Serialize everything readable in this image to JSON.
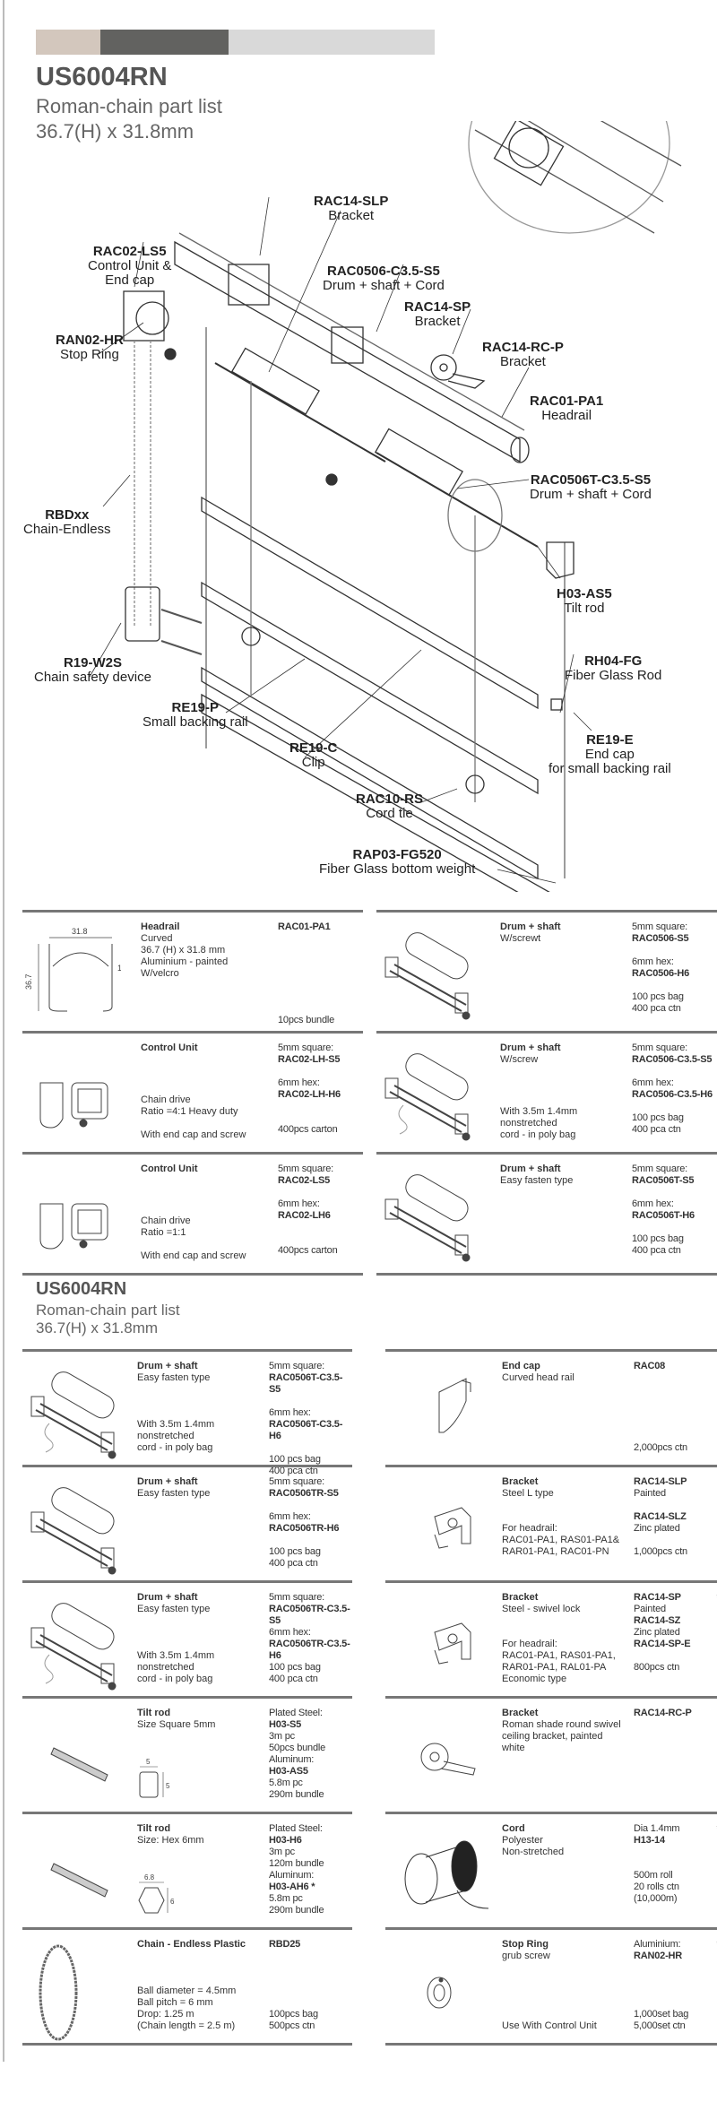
{
  "header": {
    "title": "US6004RN",
    "subtitle": "Roman-chain part list",
    "size": "36.7(H) x 31.8mm",
    "bar_colors": [
      "#d3c7bd",
      "#626260",
      "#d9d9d9"
    ]
  },
  "diagram_labels": [
    {
      "code": "RAC14-SLP",
      "name": [
        "Bracket"
      ]
    },
    {
      "code": "RAC02-LS5",
      "name": [
        "Control Unit &",
        "End cap"
      ]
    },
    {
      "code": "RAC0506-C3.5-S5",
      "name": [
        "Drum + shaft + Cord"
      ]
    },
    {
      "code": "RAC14-SP",
      "name": [
        "Bracket"
      ]
    },
    {
      "code": "RAC14-RC-P",
      "name": [
        "Bracket"
      ]
    },
    {
      "code": "RAC01-PA1",
      "name": [
        "Headrail"
      ]
    },
    {
      "code": "RAN02-HR",
      "name": [
        "Stop Ring"
      ]
    },
    {
      "code": "RAC0506T-C3.5-S5",
      "name": [
        "Drum + shaft + Cord"
      ]
    },
    {
      "code": "RBDxx",
      "name": [
        "Chain-Endless"
      ]
    },
    {
      "code": "H03-AS5",
      "name": [
        "Tilt rod"
      ]
    },
    {
      "code": "R19-W2S",
      "name": [
        "Chain safety device"
      ]
    },
    {
      "code": "RH04-FG",
      "name": [
        "Fiber Glass Rod"
      ]
    },
    {
      "code": "RE19-P",
      "name": [
        "Small backing rail"
      ]
    },
    {
      "code": "RE19-C",
      "name": [
        "Clip"
      ]
    },
    {
      "code": "RE19-E",
      "name": [
        "End cap",
        "for small backing rail"
      ]
    },
    {
      "code": "RAC10-RS",
      "name": [
        "Cord tie"
      ]
    },
    {
      "code": "RAP03-FG520",
      "name": [
        "Fiber Glass bottom weight"
      ]
    }
  ],
  "section2": {
    "title": "US6004RN",
    "subtitle": "Roman-chain part list",
    "size": "36.7(H) x 31.8mm"
  },
  "table1": [
    {
      "icon": "headrail-profile",
      "dims": [
        "31.8",
        "36.7",
        "1"
      ],
      "name": "Headrail",
      "desc": [
        "Curved",
        "36.7 (H) x 31.8 mm",
        "Aluminium - painted",
        "W/velcro"
      ],
      "bottom": [],
      "codes": [
        {
          "t": "RAC01-PA1",
          "b": 1
        },
        "",
        "",
        "",
        "",
        "",
        "",
        "",
        "10pcs bundle"
      ]
    },
    {
      "icon": "drum-shaft",
      "name": "Drum + shaft",
      "desc": [
        "W/screwt"
      ],
      "bottom": [],
      "codes": [
        "5mm square:",
        {
          "t": "RAC0506-S5",
          "b": 1
        },
        "",
        "6mm hex:",
        {
          "t": "RAC0506-H6",
          "b": 1
        },
        "",
        "100 pcs bag",
        "400 pca ctn"
      ]
    },
    {
      "icon": "control-unit",
      "name": "Control Unit",
      "desc": [],
      "bottom": [
        "Chain drive",
        "Ratio =4:1 Heavy duty",
        "",
        "With end cap and screw"
      ],
      "codes": [
        "5mm square:",
        {
          "t": "RAC02-LH-S5",
          "b": 1
        },
        "",
        "6mm hex:",
        {
          "t": "RAC02-LH-H6",
          "b": 1
        },
        "",
        "",
        "400pcs carton"
      ]
    },
    {
      "icon": "drum-shaft-cord",
      "name": "Drum + shaft",
      "desc": [
        "W/screw"
      ],
      "bottom": [
        "With 3.5m 1.4mm",
        "nonstretched",
        "cord - in poly bag"
      ],
      "codes": [
        "5mm square:",
        {
          "t": "RAC0506-C3.5-S5",
          "b": 1
        },
        "",
        "6mm hex:",
        {
          "t": "RAC0506-C3.5-H6",
          "b": 1
        },
        "",
        "100 pcs bag",
        "400 pca ctn"
      ]
    },
    {
      "icon": "control-unit",
      "name": "Control Unit",
      "desc": [],
      "bottom": [
        "Chain drive",
        "Ratio =1:1",
        "",
        "With end cap and screw"
      ],
      "codes": [
        "5mm square:",
        {
          "t": "RAC02-LS5",
          "b": 1
        },
        "",
        "6mm hex:",
        {
          "t": "RAC02-LH6",
          "b": 1
        },
        "",
        "",
        "400pcs carton"
      ]
    },
    {
      "icon": "drum-shaft",
      "name": "Drum + shaft",
      "desc": [
        "Easy fasten type"
      ],
      "bottom": [],
      "codes": [
        "5mm square:",
        {
          "t": "RAC0506T-S5",
          "b": 1
        },
        "",
        "6mm hex:",
        {
          "t": "RAC0506T-H6",
          "b": 1
        },
        "",
        "100 pcs bag",
        "400 pca ctn"
      ]
    }
  ],
  "table2": [
    {
      "icon": "drum-shaft-cord",
      "name": "Drum + shaft",
      "desc": [
        "Easy fasten type"
      ],
      "bottom": [
        "With 3.5m 1.4mm",
        "nonstretched",
        "cord - in poly bag"
      ],
      "codes": [
        "5mm square:",
        {
          "t": "RAC0506T-C3.5-S5",
          "b": 1
        },
        "",
        "6mm hex:",
        {
          "t": "RAC0506T-C3.5-H6",
          "b": 1
        },
        "",
        "100 pcs bag",
        "400 pca ctn"
      ]
    },
    {
      "icon": "end-cap",
      "name": "End cap",
      "desc": [
        "Curved head rail"
      ],
      "bottom": [],
      "codes": [
        {
          "t": "RAC08",
          "b": 1
        },
        "",
        "",
        "",
        "",
        "",
        "",
        "2,000pcs ctn"
      ]
    },
    {
      "icon": "drum-shaft",
      "name": "Drum + shaft",
      "desc": [
        "Easy fasten type"
      ],
      "bottom": [],
      "codes": [
        "5mm square:",
        {
          "t": "RAC0506TR-S5",
          "b": 1
        },
        "",
        "6mm hex:",
        {
          "t": "RAC0506TR-H6",
          "b": 1
        },
        "",
        "100 pcs bag",
        "400 pca ctn"
      ]
    },
    {
      "icon": "bracket-l",
      "name": "Bracket",
      "desc": [
        "Steel L type"
      ],
      "bottom": [
        "For headrail:",
        "RAC01-PA1, RAS01-PA1&",
        "RAR01-PA1, RAC01-PN",
        ""
      ],
      "codes": [
        {
          "t": "RAC14-SLP",
          "b": 1
        },
        "Painted",
        "",
        {
          "t": "RAC14-SLZ",
          "b": 1
        },
        "Zinc plated",
        "",
        "1,000pcs ctn"
      ]
    },
    {
      "icon": "drum-shaft-cord",
      "name": "Drum + shaft",
      "desc": [
        "Easy fasten type"
      ],
      "bottom": [
        "With 3.5m 1.4mm",
        "nonstretched",
        "cord - in poly bag"
      ],
      "codes": [
        "5mm square:",
        {
          "t": "RAC0506TR-C3.5-",
          "b": 1
        },
        {
          "t": "S5",
          "b": 1
        },
        "6mm hex:",
        {
          "t": "RAC0506TR-C3.5-",
          "b": 1
        },
        {
          "t": "H6",
          "b": 1
        },
        "100 pcs bag",
        "400 pca ctn"
      ]
    },
    {
      "icon": "bracket-swivel",
      "name": "Bracket",
      "desc": [
        "Steel - swivel lock"
      ],
      "bottom": [
        "For headrail:",
        "RAC01-PA1, RAS01-PA1,",
        "RAR01-PA1, RAL01-PA",
        "Economic type"
      ],
      "codes": [
        {
          "t": "RAC14-SP",
          "b": 1
        },
        "Painted",
        {
          "t": "RAC14-SZ",
          "b": 1
        },
        "Zinc plated",
        {
          "t": "RAC14-SP-E",
          "b": 1
        },
        "",
        "800pcs ctn"
      ],
      "mark": "*"
    },
    {
      "icon": "tilt-rod-square",
      "dims": [
        "5",
        "5"
      ],
      "name": "Tilt rod",
      "desc": [
        "Size Square 5mm"
      ],
      "bottom": [],
      "codes": [
        "Plated Steel:",
        {
          "t": "H03-S5",
          "b": 1
        },
        "3m pc",
        "50pcs bundle",
        "Aluminum:",
        {
          "t": "H03-AS5",
          "b": 1
        },
        "5.8m pc",
        "290m bundle"
      ]
    },
    {
      "icon": "bracket-round",
      "name": "Bracket",
      "desc": [
        "Roman shade round swivel",
        "ceiling bracket, painted",
        "white"
      ],
      "bottom": [],
      "codes": [
        {
          "t": "RAC14-RC-P",
          "b": 1
        }
      ]
    },
    {
      "icon": "tilt-rod-hex",
      "dims": [
        "6.8",
        "6"
      ],
      "name": "Tilt rod",
      "desc": [
        "Size: Hex 6mm"
      ],
      "bottom": [],
      "codes": [
        "Plated Steel:",
        {
          "t": "H03-H6",
          "b": 1
        },
        "3m pc",
        "120m bundle",
        "Aluminum:",
        {
          "t": "H03-AH6 *",
          "b": 1
        },
        "5.8m pc",
        "290m bundle"
      ]
    },
    {
      "icon": "cord-spool",
      "name": "Cord",
      "desc": [
        "Polyester",
        "Non-stretched"
      ],
      "bottom": [],
      "codes": [
        "Dia 1.4mm",
        {
          "t": "H13-14",
          "b": 1
        },
        "",
        "",
        "500m roll",
        "20 rolls ctn",
        "(10,000m)"
      ],
      "mark": "*"
    },
    {
      "icon": "chain",
      "name": "Chain - Endless Plastic",
      "desc": [],
      "bottom": [
        "Ball diameter = 4.5mm",
        "Ball pitch = 6 mm",
        "Drop: 1.25 m",
        "(Chain length = 2.5 m)"
      ],
      "codes": [
        {
          "t": "RBD25",
          "b": 1
        },
        "",
        "",
        "",
        "",
        "",
        "100pcs bag",
        "500pcs ctn"
      ]
    },
    {
      "icon": "stop-ring",
      "name": "Stop Ring",
      "desc": [
        "grub screw"
      ],
      "bottom": [
        "Use With Control Unit"
      ],
      "codes": [
        "Aluminium:",
        {
          "t": "RAN02-HR",
          "b": 1
        },
        "",
        "",
        "",
        "",
        "1,000set bag",
        "5,000set ctn"
      ],
      "mark": "*"
    }
  ]
}
